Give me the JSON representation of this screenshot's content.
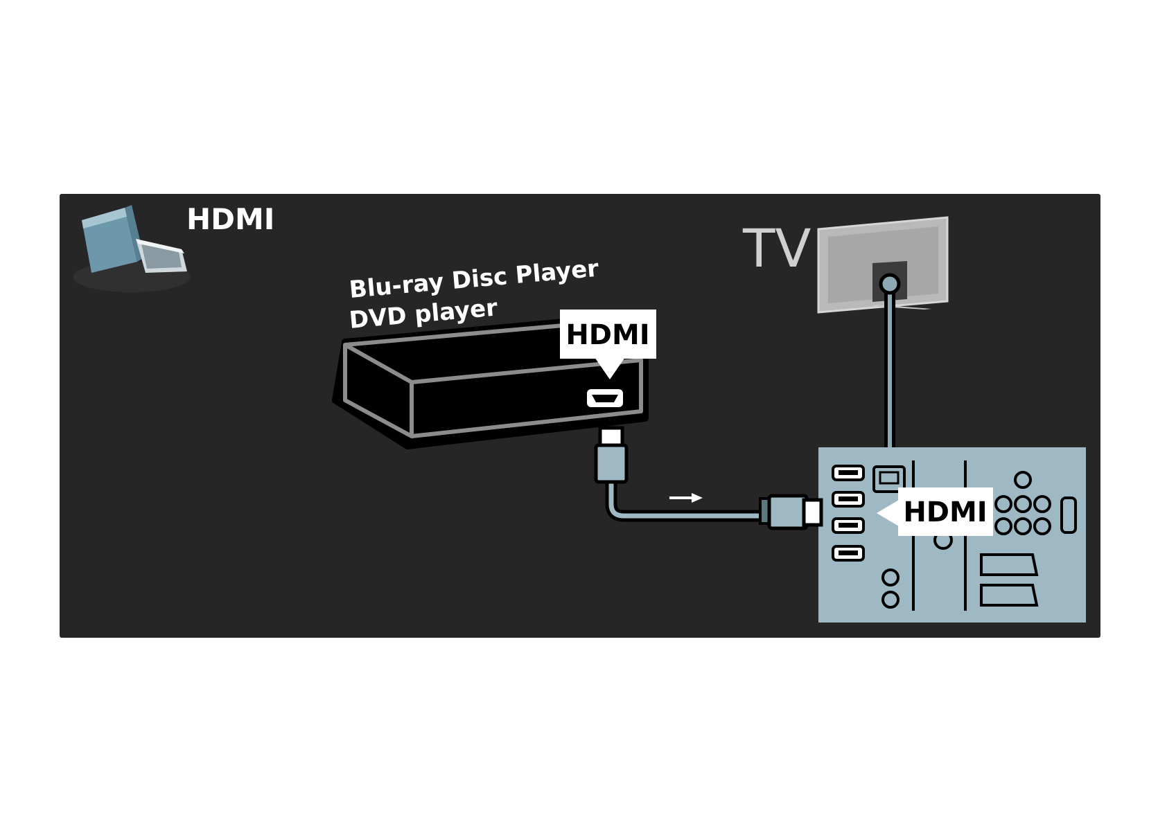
{
  "colors": {
    "page_background": "#ffffff",
    "panel_background": "#262626",
    "panel_accent": "#9fb9c4",
    "outline": "#000000",
    "device_frame": "#b9b9b9",
    "label_background": "#ffffff",
    "label_text": "#000000",
    "light_text": "#ffffff"
  },
  "header": {
    "connector_label": "HDMI",
    "connector_icon": "hdmi-connector-icon"
  },
  "source_device": {
    "name_line_1": "Blu-ray Disc Player",
    "name_line_2": "DVD player",
    "port_callout": "HDMI",
    "port_icon": "hdmi-port-icon"
  },
  "tv": {
    "label": "TV",
    "port_callout": "HDMI",
    "icon": "tv-back-icon"
  },
  "cable": {
    "icon": "hdmi-cable-icon",
    "direction_icon": "arrow-right-icon"
  }
}
